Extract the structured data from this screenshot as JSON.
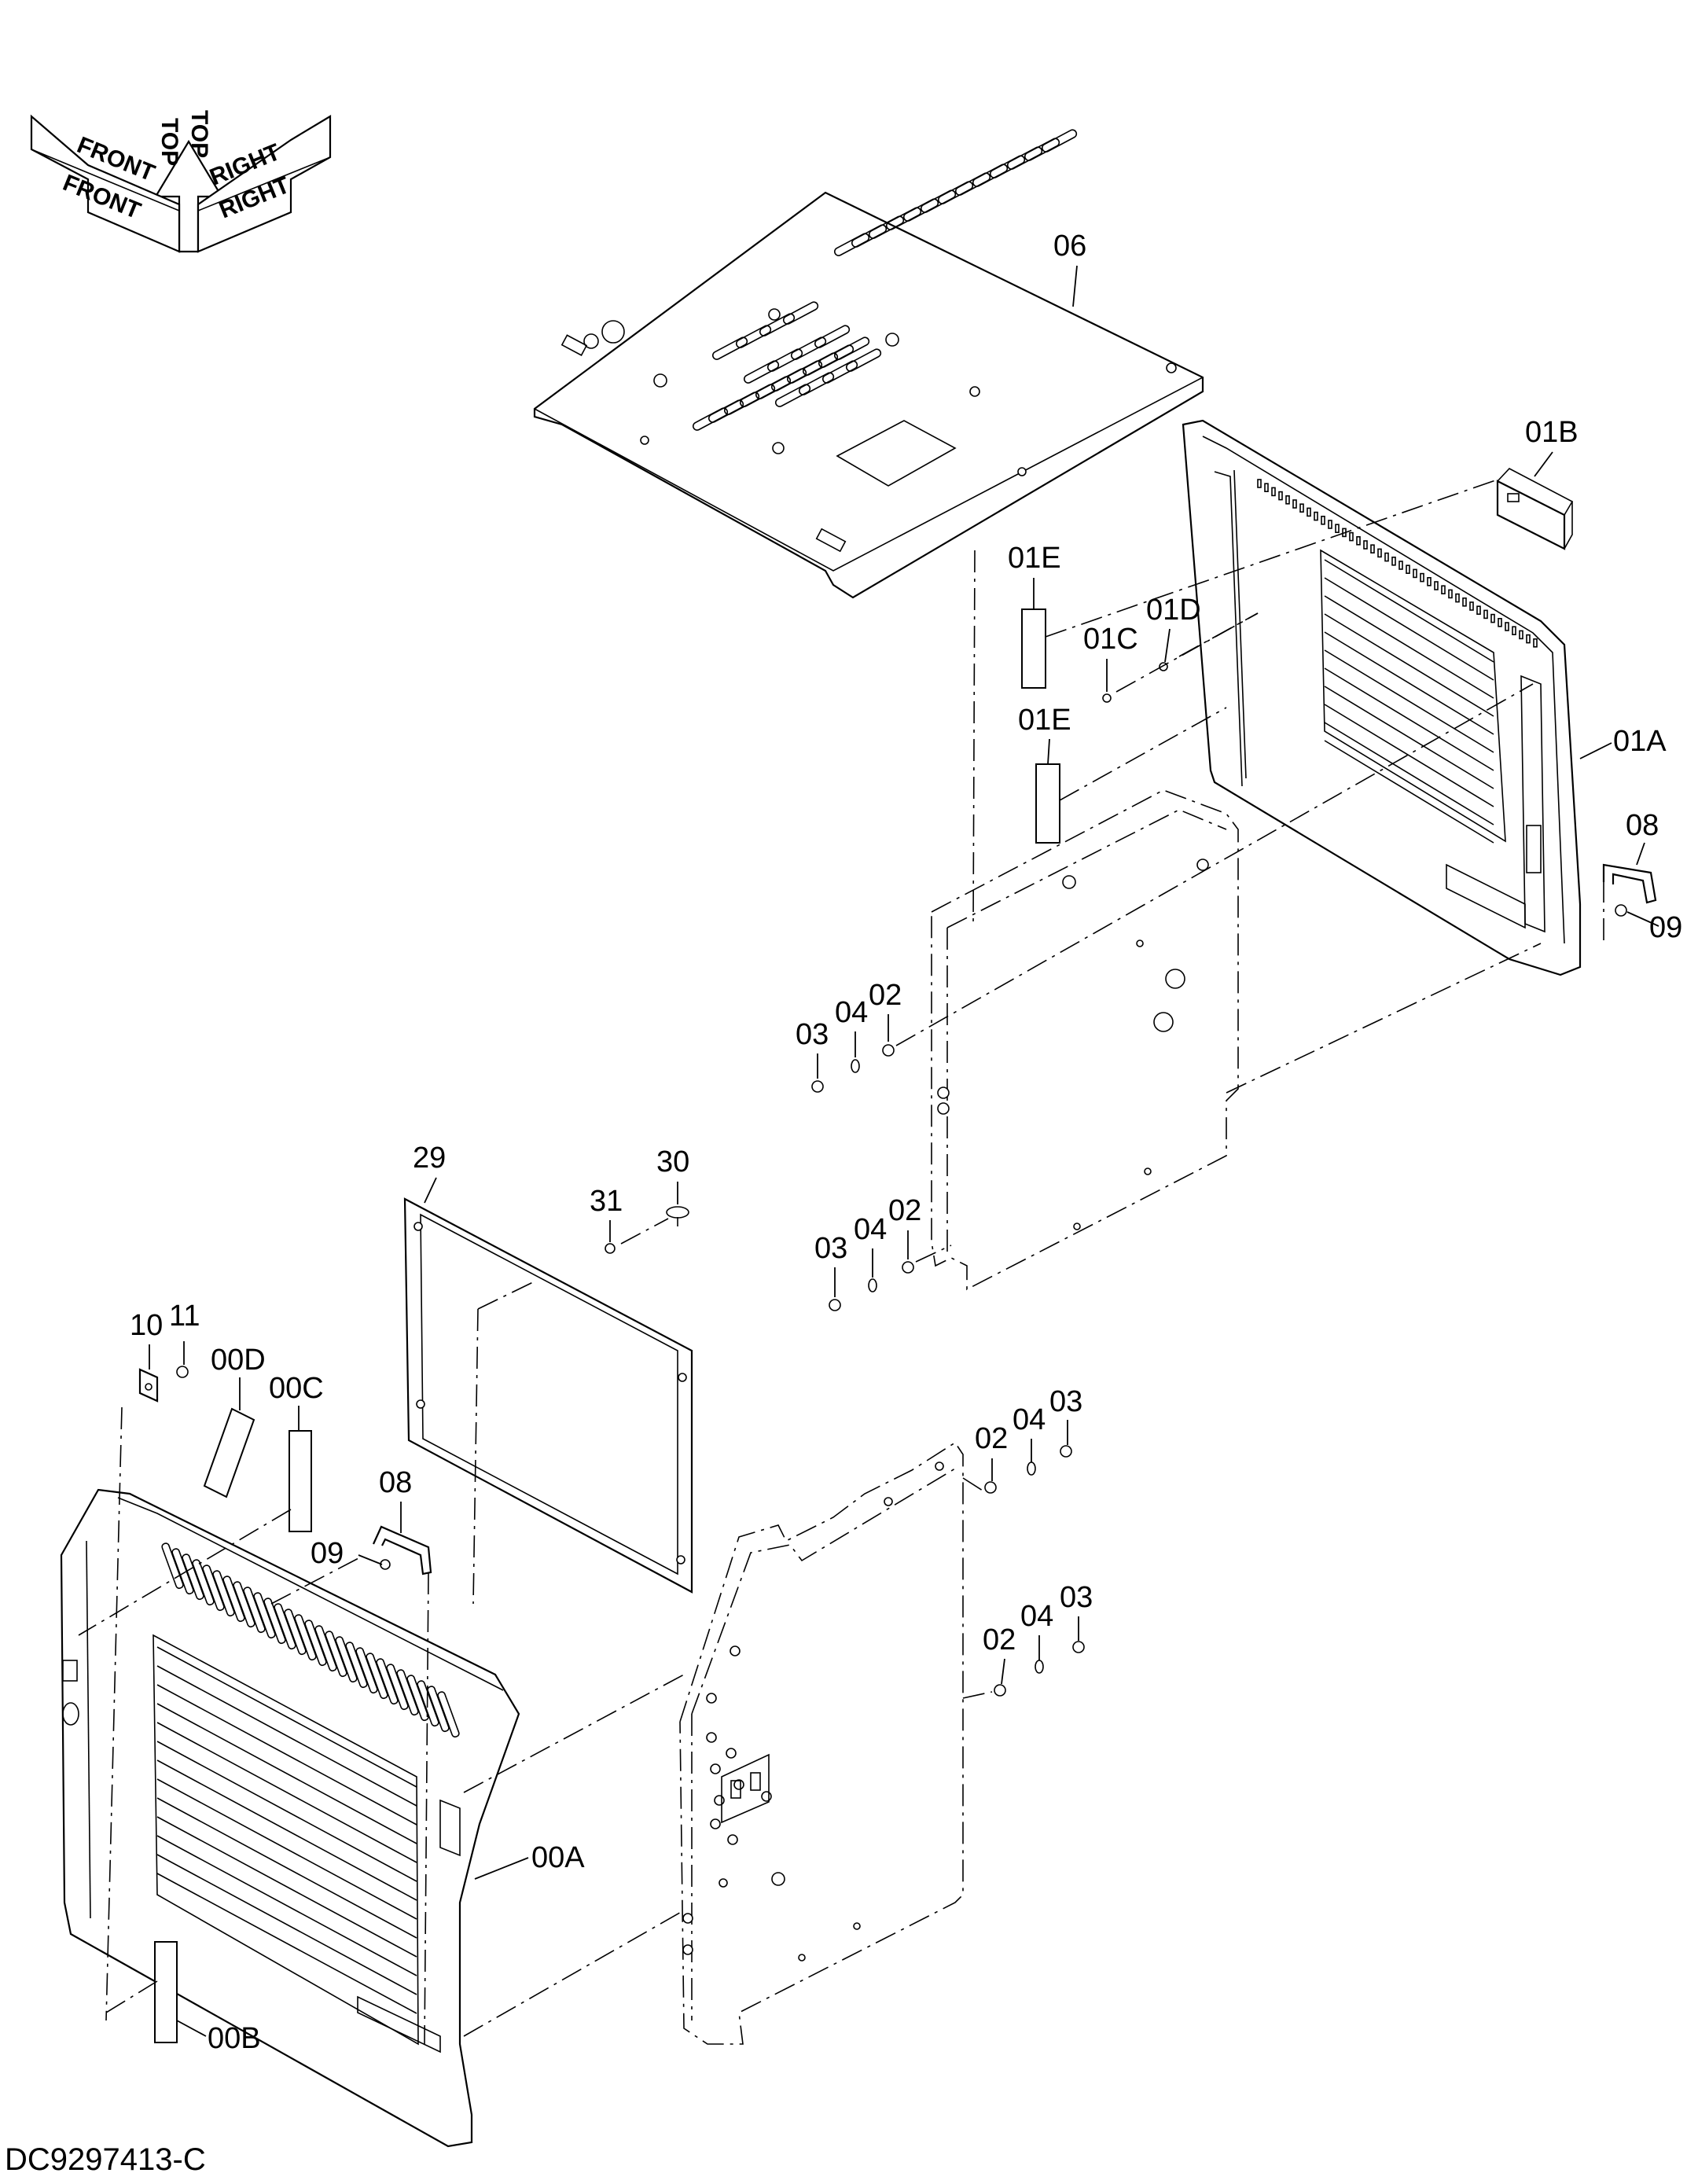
{
  "drawing": {
    "document_id": "DC9297413-C"
  },
  "orientation_indicator": {
    "labels": [
      "FRONT",
      "FRONT",
      "TOP",
      "TOP",
      "RIGHT",
      "RIGHT"
    ]
  },
  "callouts": [
    "06",
    "01B",
    "01E",
    "01C",
    "01D",
    "01E",
    "01A",
    "08",
    "09",
    "02",
    "04",
    "03",
    "02",
    "04",
    "03",
    "29",
    "30",
    "31",
    "10",
    "11",
    "00D",
    "00C",
    "08",
    "09",
    "02",
    "04",
    "03",
    "02",
    "04",
    "03",
    "00A",
    "00B"
  ]
}
